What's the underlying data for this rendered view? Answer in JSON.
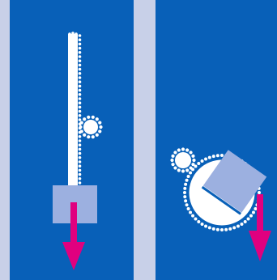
{
  "colors": {
    "background": "#c8d0e8",
    "panel": "#0860b8",
    "white": "#ffffff",
    "part": "#9cb0e0",
    "part_stroke": "#7f93cc",
    "arrow": "#e0007f"
  },
  "panels": [
    {
      "name": "left-panel",
      "mechanism": "rack-and-pinion",
      "parts": [
        "rack-icon",
        "pinion-gear-icon",
        "load-block",
        "down-arrow-icon"
      ]
    },
    {
      "name": "right-panel",
      "mechanism": "gear-drive",
      "parts": [
        "small-gear-icon",
        "large-gear-icon",
        "load-block",
        "down-arrow-icon"
      ]
    }
  ]
}
